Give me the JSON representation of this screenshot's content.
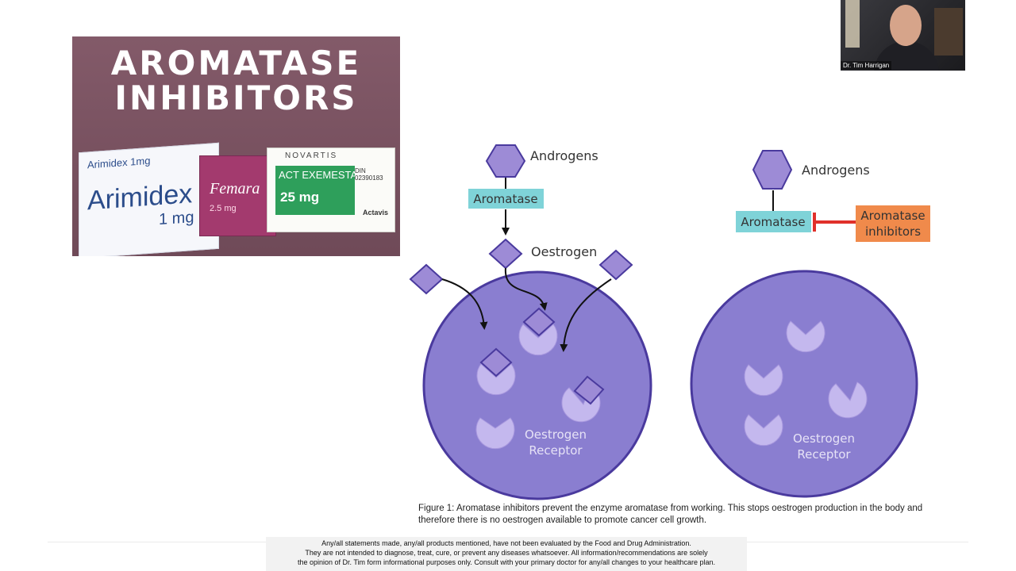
{
  "banner": {
    "title_line1": "AROMATASE",
    "title_line2": "INHIBITORS",
    "arimidex_small": "Arimidex 1mg",
    "arimidex_big": "Arimidex",
    "arimidex_dose": "1 mg",
    "femara_brand": "Femara",
    "femara_dose": "2.5 mg",
    "novartis": "NOVARTIS",
    "exemestane_name": "ACT EXEMESTANE",
    "exemestane_dose": "25 mg",
    "exemestane_code": "DIN 02390183",
    "actavis": "Actavis"
  },
  "webcam": {
    "caption": "Dr. Tim Harrigan"
  },
  "diagram": {
    "left": {
      "androgens": "Androgens",
      "aromatase": "Aromatase",
      "oestrogen": "Oestrogen",
      "receptor_line1": "Oestrogen",
      "receptor_line2": "Receptor"
    },
    "right": {
      "androgens": "Androgens",
      "aromatase": "Aromatase",
      "inhibitor_line1": "Aromatase",
      "inhibitor_line2": "inhibitors",
      "receptor_line1": "Oestrogen",
      "receptor_line2": "Receptor"
    },
    "colors": {
      "cell": "#8a7ed0",
      "cell_border": "#4a3a9e",
      "molecule": "#9d8bd6",
      "receptor": "#c4b8ee",
      "aromatase_box": "#7fd3d8",
      "inhibitor_box": "#f08a4b",
      "block_line": "#e0302a"
    }
  },
  "figure_caption": {
    "line1": "Figure 1: Aromatase inhibitors prevent the enzyme aromatase from working. This stops oestrogen production in the body and",
    "line2": "therefore there is no oestrogen available to promote cancer cell growth."
  },
  "disclaimer": {
    "line1": "Any/all statements made, any/all products mentioned, have not been evaluated by the Food and Drug Administration.",
    "line2": "They are not intended to diagnose, treat, cure, or prevent any diseases whatsoever. All information/recommendations are solely",
    "line3": "the opinion of Dr. Tim form informational purposes only.  Consult with your primary doctor for any/all changes to your healthcare plan."
  }
}
